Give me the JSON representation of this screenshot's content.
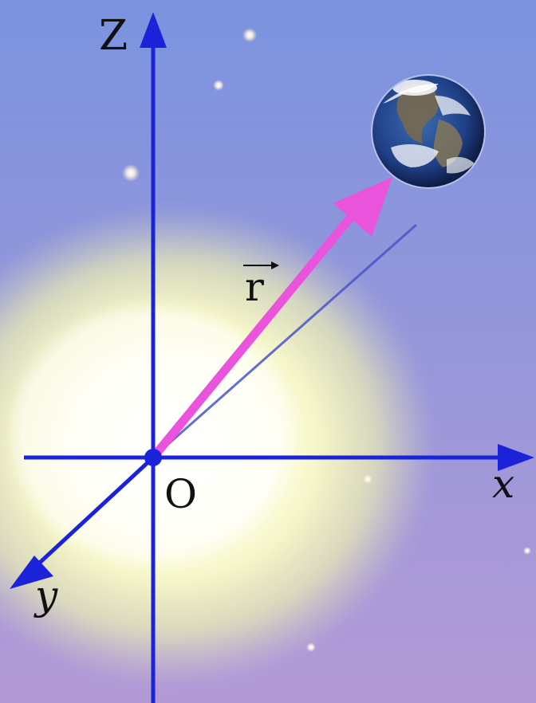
{
  "labels": {
    "z_axis": "Z",
    "x_axis": "x",
    "y_axis": "y",
    "origin": "O",
    "vector": "r"
  },
  "colors": {
    "sky_top": "#7a93de",
    "sky_bottom": "#b39ad6",
    "axis": "#1a23d9",
    "vector": "#ea53dc",
    "projection": "#4a55c9",
    "sun_glow": "#f8f8c8",
    "earth_ocean": "#1f3f86"
  },
  "icons": {
    "sun": "sun-glow",
    "earth": "earth-globe",
    "stars": "star-dots"
  }
}
